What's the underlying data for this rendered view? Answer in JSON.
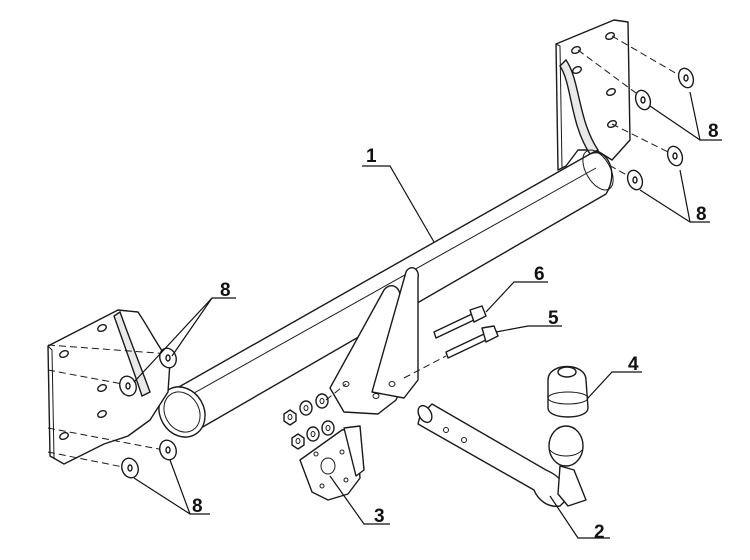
{
  "labels": {
    "item1": "1",
    "item2": "2",
    "item3": "3",
    "item4": "4",
    "item5": "5",
    "item6": "6",
    "item8_top_right": "8",
    "item8_mid_right": "8",
    "item8_left_upper": "8",
    "item8_left_lower": "8"
  },
  "colors": {
    "line": "#1a1a1a",
    "fill": "#ffffff",
    "shade": "#e9e9e9"
  }
}
